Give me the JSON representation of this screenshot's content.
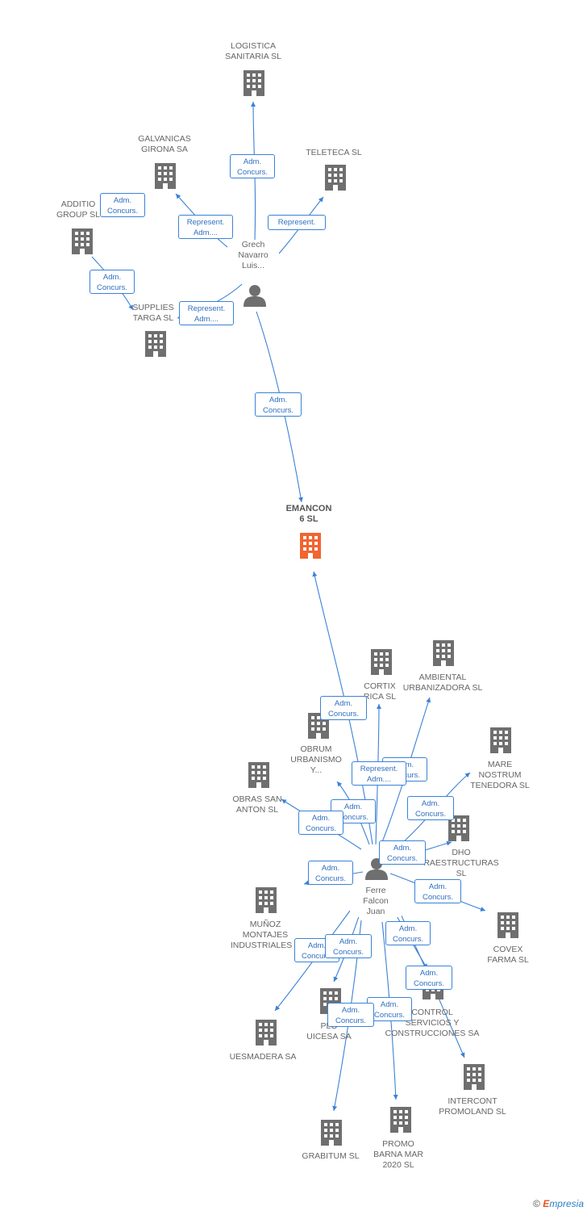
{
  "main_company": {
    "line1": "EMANCON",
    "line2": "6 SL",
    "color": "#f26430"
  },
  "persons": [
    {
      "lines": [
        "Grech",
        "Navarro",
        "Luis..."
      ]
    },
    {
      "lines": [
        "Ferre",
        "Falcon",
        "Juan"
      ]
    }
  ],
  "companies": [
    {
      "lines": [
        "LOGISTICA",
        "SANITARIA SL"
      ]
    },
    {
      "lines": [
        "GALVANICAS",
        "GIRONA SA"
      ]
    },
    {
      "lines": [
        "TELETECA SL"
      ]
    },
    {
      "lines": [
        "ADDITIO",
        "GROUP SL"
      ]
    },
    {
      "lines": [
        "SUPPLIES",
        "TARGA SL"
      ]
    },
    {
      "lines": [
        "CORTIX",
        "RICA SL"
      ]
    },
    {
      "lines": [
        "AMBIENTAL",
        "URBANIZADORA SL"
      ]
    },
    {
      "lines": [
        "OBRUM",
        "URBANISMO",
        "Y..."
      ]
    },
    {
      "lines": [
        "MARE",
        "NOSTRUM",
        "TENEDORA SL"
      ]
    },
    {
      "lines": [
        "OBRAS SAN",
        "ANTON SL"
      ]
    },
    {
      "lines": [
        "DHO",
        "RAESTRUCTURAS",
        "SL"
      ]
    },
    {
      "lines": [
        "COVEX",
        "FARMA SL"
      ]
    },
    {
      "lines": [
        "MUÑOZ",
        "MONTAJES",
        "INDUSTRIALES S"
      ]
    },
    {
      "lines": [
        "PLO",
        "UICESA SA"
      ]
    },
    {
      "lines": [
        "CONTROL",
        "SERVICIOS Y",
        "CONSTRUCCIONES SA"
      ]
    },
    {
      "lines": [
        "UESMADERA SA"
      ]
    },
    {
      "lines": [
        "INTERCONT",
        "PROMOLAND SL"
      ]
    },
    {
      "lines": [
        "GRABITUM SL"
      ]
    },
    {
      "lines": [
        "PROMO",
        "BARNA MAR",
        "2020 SL"
      ]
    }
  ],
  "relations": [
    {
      "lines": [
        "Adm.",
        "Concurs."
      ]
    },
    {
      "lines": [
        "Represent.",
        "Adm...."
      ]
    },
    {
      "lines": [
        "Represent."
      ]
    },
    {
      "lines": [
        "Adm.",
        "Concurs."
      ]
    },
    {
      "lines": [
        "Adm.",
        "Concurs."
      ]
    },
    {
      "lines": [
        "Represent.",
        "Adm...."
      ]
    },
    {
      "lines": [
        "Adm.",
        "Concurs."
      ]
    },
    {
      "lines": [
        "Adm.",
        "Concurs."
      ]
    },
    {
      "lines": [
        "Adm.",
        "Concurs."
      ]
    },
    {
      "lines": [
        "Represent.",
        "Adm...."
      ]
    },
    {
      "lines": [
        "Adm.",
        "Concurs."
      ]
    },
    {
      "lines": [
        "Adm.",
        "Concurs."
      ]
    },
    {
      "lines": [
        "Adm.",
        "Concurs."
      ]
    },
    {
      "lines": [
        "Adm.",
        "Concurs."
      ]
    },
    {
      "lines": [
        "Adm.",
        "Concurs."
      ]
    },
    {
      "lines": [
        "Adm.",
        "Concurs."
      ]
    },
    {
      "lines": [
        "Adm.",
        "Concurs."
      ]
    },
    {
      "lines": [
        "Adm.",
        "Concurs."
      ]
    },
    {
      "lines": [
        "Adm.",
        "Concurs."
      ]
    },
    {
      "lines": [
        "Adm.",
        "Concurs."
      ]
    },
    {
      "lines": [
        "Adm.",
        "Concurs."
      ]
    },
    {
      "lines": [
        "Adm.",
        "Concurs."
      ]
    },
    {
      "lines": [
        "Adm.",
        "Concurs."
      ]
    }
  ],
  "footer": {
    "copyright": "©",
    "brand_e": "E",
    "brand_rest": "mpresia"
  },
  "colors": {
    "company_icon": "#6f6f6f",
    "person_icon": "#6f6f6f",
    "edge": "#3b82d6"
  }
}
